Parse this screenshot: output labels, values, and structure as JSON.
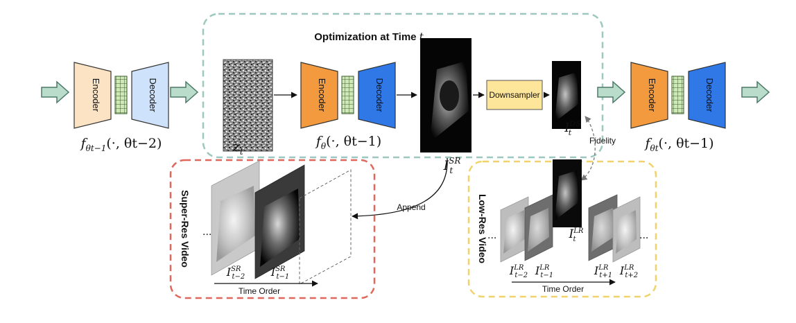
{
  "title": {
    "main": "Optimization at Time",
    "var": "t"
  },
  "blocks": {
    "encoder": "Encoder",
    "decoder": "Decoder",
    "downsampler": "Downsampler"
  },
  "params": {
    "left": {
      "pre": "f",
      "sub": "θt−1",
      "args": "(·, θt−2)"
    },
    "center": {
      "pre": "f",
      "sub": "θ",
      "args": "(·, θt−1)"
    },
    "right": {
      "pre": "f",
      "sub": "θt",
      "args": "(·, θt−1)"
    }
  },
  "noise": {
    "base": "z",
    "sub": "t"
  },
  "images": {
    "sr": {
      "base": "I",
      "sup": "SR",
      "sub": "t"
    },
    "ds": {
      "base": "I",
      "sup": "DS",
      "sub": "t"
    },
    "lr": {
      "base": "I",
      "sup": "LR",
      "sub": "t"
    }
  },
  "edges": {
    "fidelity": "Fidelity",
    "append": "Append"
  },
  "sr_video": {
    "title": "Super-Res Video",
    "ellipsis": "...",
    "frames": [
      {
        "base": "I",
        "sup": "SR",
        "sub": "t−2"
      },
      {
        "base": "I",
        "sup": "SR",
        "sub": "t−1"
      }
    ],
    "axis": "Time Order"
  },
  "lr_video": {
    "title": "Low-Res Video",
    "ellipsis_left": "...",
    "ellipsis_right": "...",
    "frames": [
      {
        "base": "I",
        "sup": "LR",
        "sub": "t−2"
      },
      {
        "base": "I",
        "sup": "LR",
        "sub": "t−1"
      },
      {
        "base": "I",
        "sup": "LR",
        "sub": "t+1"
      },
      {
        "base": "I",
        "sup": "LR",
        "sub": "t+2"
      }
    ],
    "axis": "Time Order"
  },
  "colors": {
    "enc_light": "#fce3c4",
    "dec_light": "#cfe2fb",
    "enc_dark": "#f39a3e",
    "dec_dark": "#2f78e6",
    "latent": "#cfe8b8",
    "downsampler": "#fde59a",
    "optim_border": "#9cc8c0",
    "sr_border": "#e0675b",
    "lr_border": "#efd26a",
    "arrow_fill": "#b9dccb",
    "arrow_stroke": "#4c7a69"
  }
}
